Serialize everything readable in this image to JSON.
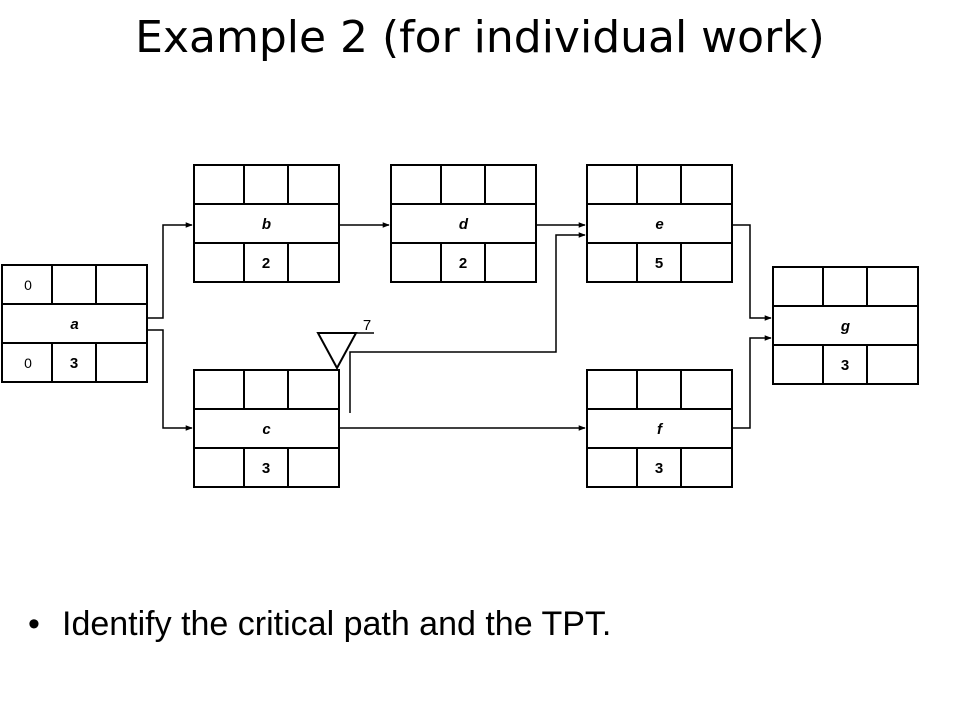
{
  "title": "Example 2 (for individual work)",
  "bullet": "Identify the critical path and the TPT.",
  "activities": [
    {
      "id": "a",
      "label": "a",
      "duration": "3",
      "early_start": "0",
      "late_start": "0"
    },
    {
      "id": "b",
      "label": "b",
      "duration": "2"
    },
    {
      "id": "c",
      "label": "c",
      "duration": "3"
    },
    {
      "id": "d",
      "label": "d",
      "duration": "2"
    },
    {
      "id": "e",
      "label": "e",
      "duration": "5"
    },
    {
      "id": "f",
      "label": "f",
      "duration": "3"
    },
    {
      "id": "g",
      "label": "g",
      "duration": "3"
    }
  ],
  "milestone": {
    "value": "7"
  },
  "links": [
    {
      "from": "a",
      "to": "b"
    },
    {
      "from": "a",
      "to": "c"
    },
    {
      "from": "b",
      "to": "d"
    },
    {
      "from": "d",
      "to": "e"
    },
    {
      "from": "c",
      "to": "f"
    },
    {
      "from": "c",
      "to": "e"
    },
    {
      "from": "e",
      "to": "g"
    },
    {
      "from": "f",
      "to": "g"
    }
  ]
}
